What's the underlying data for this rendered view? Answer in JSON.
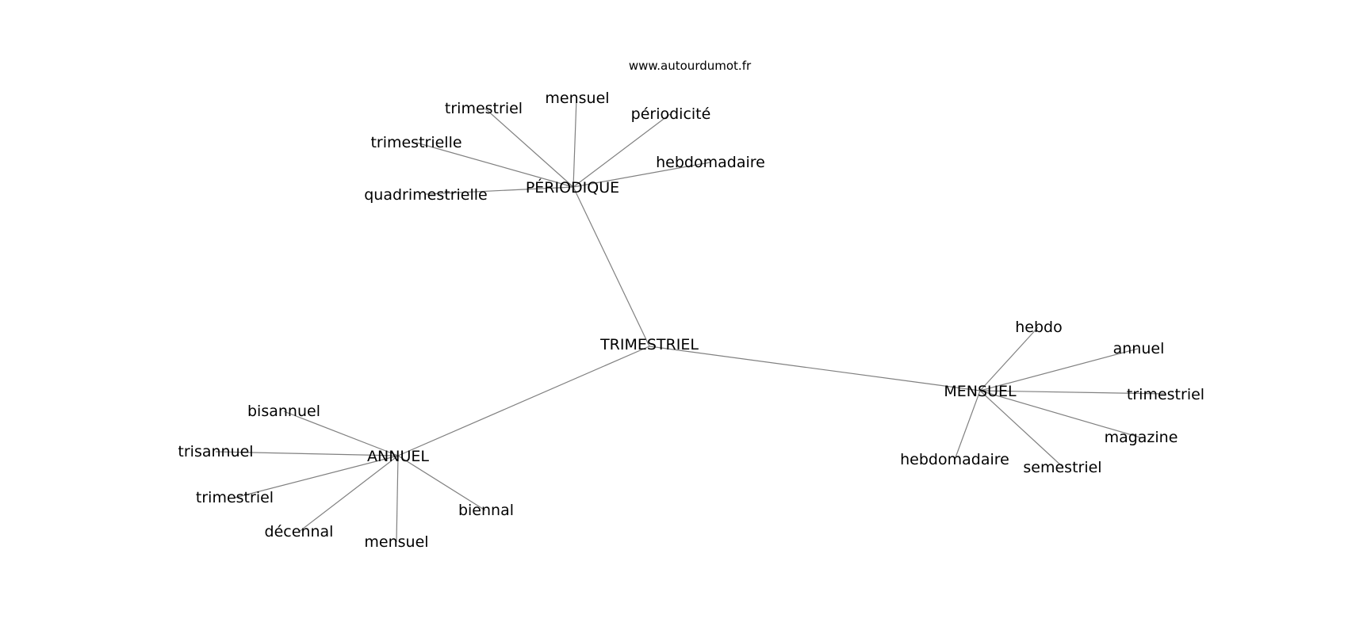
{
  "credit": "www.autourdumot.fr",
  "graph": {
    "center": "TRIMESTRIEL",
    "hubs": [
      {
        "label": "PÉRIODIQUE",
        "leaves": [
          "trimestriel",
          "mensuel",
          "périodicité",
          "trimestrielle",
          "hebdomadaire",
          "quadrimestrielle"
        ]
      },
      {
        "label": "MENSUEL",
        "leaves": [
          "hebdo",
          "annuel",
          "trimestriel",
          "magazine",
          "semestriel",
          "hebdomadaire"
        ]
      },
      {
        "label": "ANNUEL",
        "leaves": [
          "bisannuel",
          "trisannuel",
          "trimestriel",
          "décennal",
          "mensuel",
          "biennal"
        ]
      }
    ]
  }
}
